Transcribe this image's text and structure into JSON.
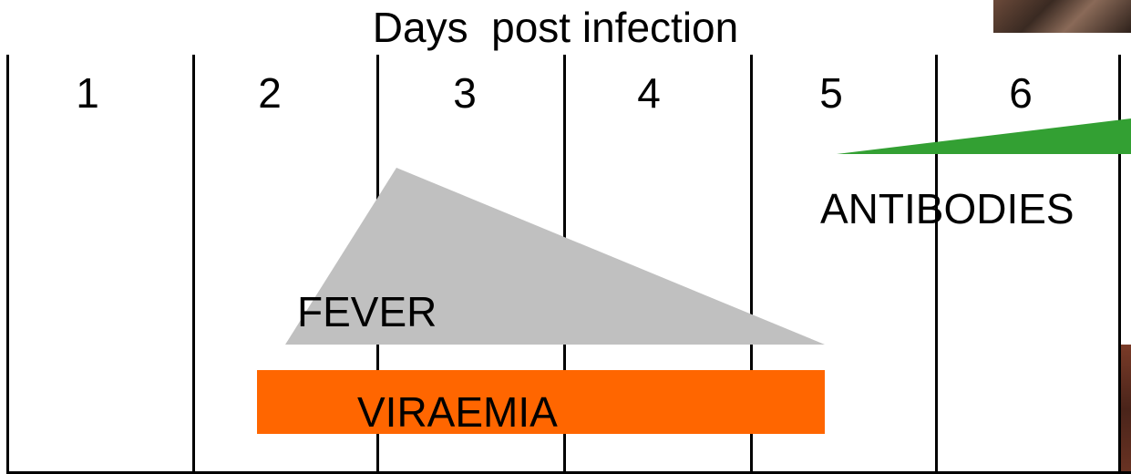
{
  "title": "Days  post infection",
  "days": [
    "1",
    "2",
    "3",
    "4",
    "5",
    "6"
  ],
  "events": {
    "fever": {
      "label": "FEVER",
      "color": "#c0c0c0"
    },
    "viraemia": {
      "label": "VIRAEMIA",
      "color": "#ff6600"
    },
    "antibodies": {
      "label": "ANTIBODIES",
      "color": "#33a033"
    }
  }
}
